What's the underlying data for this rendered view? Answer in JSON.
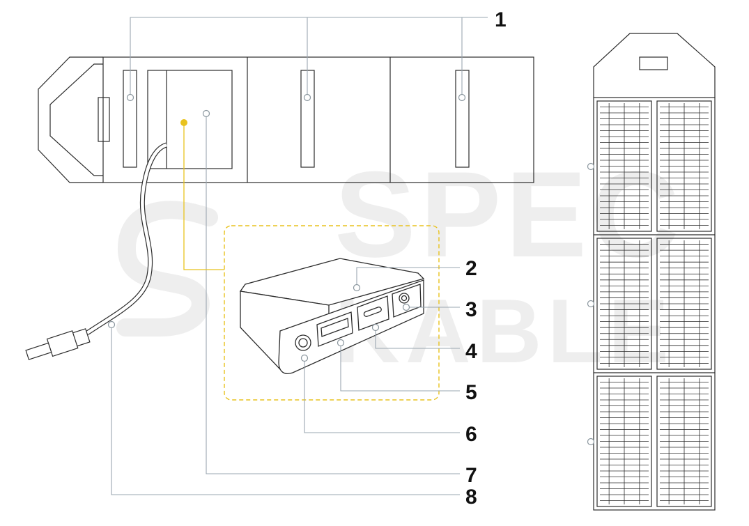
{
  "watermark": {
    "line1": "SPEC",
    "line2": "KABLE"
  },
  "callouts": [
    "1",
    "2",
    "3",
    "4",
    "5",
    "6",
    "7",
    "8"
  ],
  "colors": {
    "outline": "#2b2b2b",
    "leader": "#9aa7b0",
    "accent": "#e8c21d",
    "watermark": "#eeeeee",
    "background": "#ffffff"
  }
}
